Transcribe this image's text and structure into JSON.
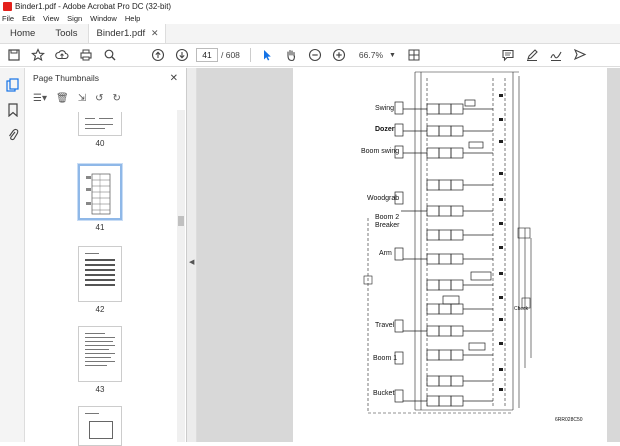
{
  "window": {
    "title": "Binder1.pdf - Adobe Acrobat Pro DC (32-bit)"
  },
  "menu": [
    "File",
    "Edit",
    "View",
    "Sign",
    "Window",
    "Help"
  ],
  "tabs": {
    "home": "Home",
    "tools": "Tools",
    "document": "Binder1.pdf"
  },
  "toolbar": {
    "current_page": "41",
    "total_pages": "/ 608",
    "zoom": "66.7%"
  },
  "panel": {
    "title": "Page Thumbnails",
    "thumbnails": [
      {
        "label": "40"
      },
      {
        "label": "41"
      },
      {
        "label": "42"
      },
      {
        "label": "43"
      }
    ]
  },
  "schematic": {
    "labels": {
      "swing": "Swing",
      "dozer": "Dozer",
      "boom_swing": "Boom swing",
      "woodgrab": "Woodgrab",
      "boom2": "Boom 2",
      "breaker": "Breaker",
      "arm": "Arm",
      "travel": "Travel",
      "boom1": "Boom 1",
      "bucket": "Bucket",
      "check_pilot": "Check",
      "ref": "6RR028C50"
    }
  },
  "colors": {
    "accent": "#1473e6",
    "acrobat_red": "#e3201b"
  }
}
